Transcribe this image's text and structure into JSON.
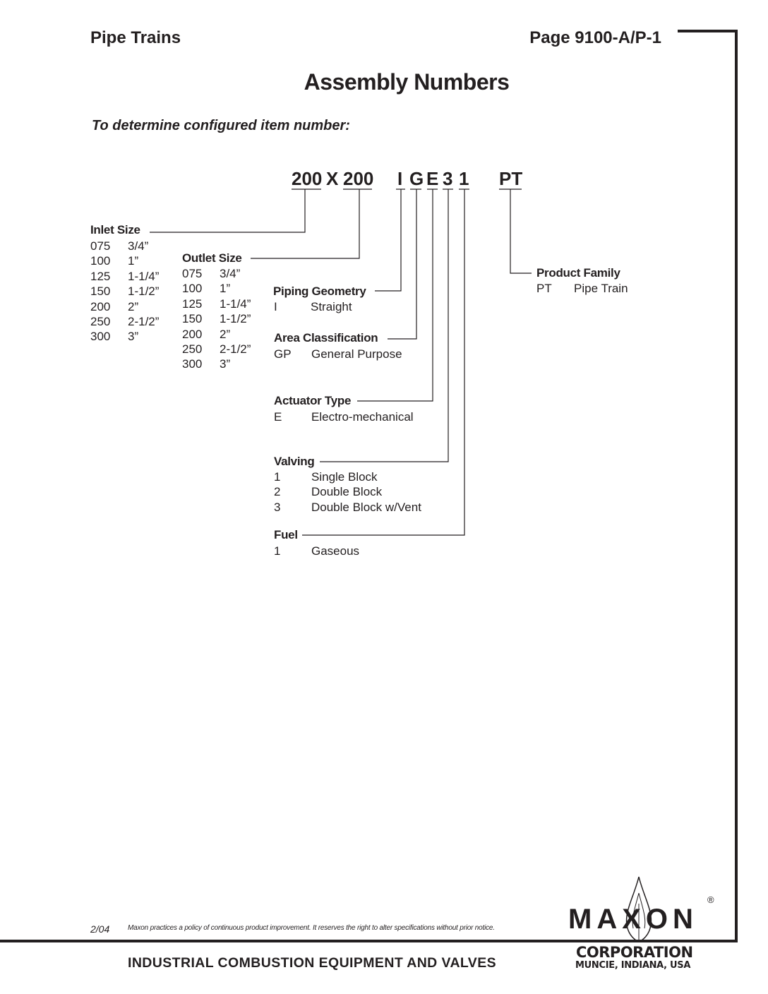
{
  "header": {
    "section": "Pipe Trains",
    "page": "Page 9100-A/P-1"
  },
  "title": "Assembly Numbers",
  "subtitle": "To determine configured item number:",
  "code": {
    "inlet": "200",
    "x": "X",
    "outlet": "200",
    "geometry": "I",
    "area": "G",
    "actuator": "E",
    "valving": "3",
    "fuel": "1",
    "family": "PT"
  },
  "inlet": {
    "label": "Inlet Size",
    "rows": [
      {
        "code": "075",
        "size": "3/4”"
      },
      {
        "code": "100",
        "size": "1”"
      },
      {
        "code": "125",
        "size": "1-1/4”"
      },
      {
        "code": "150",
        "size": "1-1/2”"
      },
      {
        "code": "200",
        "size": "2”"
      },
      {
        "code": "250",
        "size": "2-1/2”"
      },
      {
        "code": "300",
        "size": "3”"
      }
    ]
  },
  "outlet": {
    "label": "Outlet Size",
    "rows": [
      {
        "code": "075",
        "size": "3/4”"
      },
      {
        "code": "100",
        "size": "1”"
      },
      {
        "code": "125",
        "size": "1-1/4”"
      },
      {
        "code": "150",
        "size": "1-1/2”"
      },
      {
        "code": "200",
        "size": "2”"
      },
      {
        "code": "250",
        "size": "2-1/2”"
      },
      {
        "code": "300",
        "size": "3”"
      }
    ]
  },
  "geometry": {
    "label": "Piping Geometry",
    "rows": [
      {
        "code": "I",
        "desc": "Straight"
      }
    ]
  },
  "area": {
    "label": "Area Classification",
    "rows": [
      {
        "code": "GP",
        "desc": "General Purpose"
      }
    ]
  },
  "actuator": {
    "label": "Actuator Type",
    "rows": [
      {
        "code": "E",
        "desc": "Electro-mechanical"
      }
    ]
  },
  "valving": {
    "label": "Valving",
    "rows": [
      {
        "code": "1",
        "desc": "Single Block"
      },
      {
        "code": "2",
        "desc": "Double Block"
      },
      {
        "code": "3",
        "desc": "Double Block w/Vent"
      }
    ]
  },
  "fuel": {
    "label": "Fuel",
    "rows": [
      {
        "code": "1",
        "desc": "Gaseous"
      }
    ]
  },
  "family": {
    "label": "Product Family",
    "rows": [
      {
        "code": "PT",
        "desc": "Pipe Train"
      }
    ]
  },
  "footer": {
    "date": "2/04",
    "disclaimer": "Maxon practices a policy of continuous product improvement. It reserves the right to alter specifications without prior notice.",
    "tagline": "INDUSTRIAL COMBUSTION EQUIPMENT AND VALVES"
  },
  "logo": {
    "name": "MAXON",
    "registered": "®",
    "corp": "CORPORATION",
    "location": "MUNCIE, INDIANA, USA"
  }
}
